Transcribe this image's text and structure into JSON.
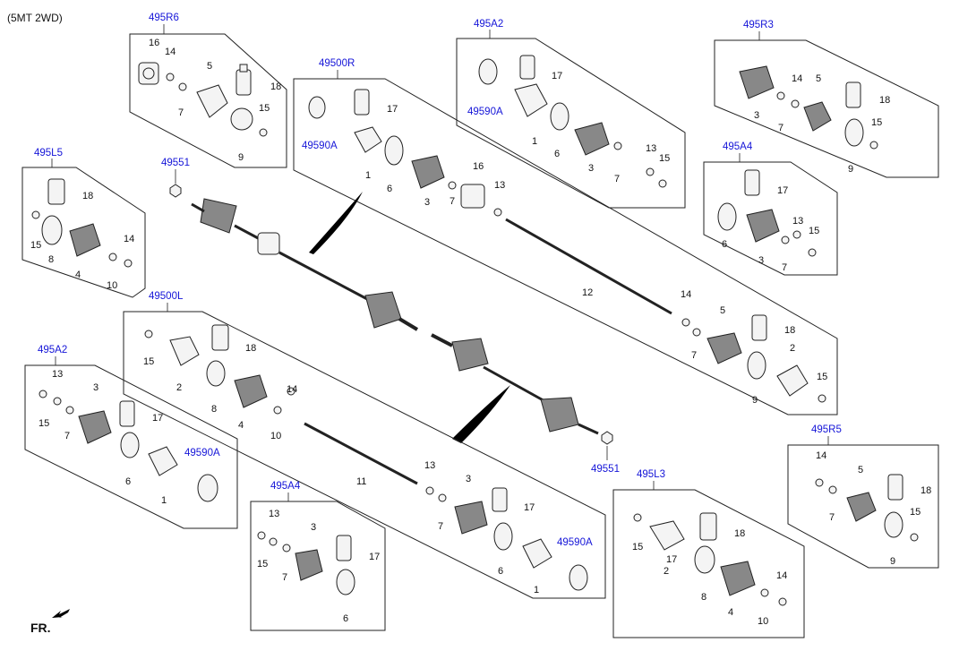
{
  "header": {
    "variant": "(5MT 2WD)",
    "front_label": "FR."
  },
  "groups": [
    {
      "code": "495R6",
      "parts": [
        "16",
        "14",
        "5",
        "18",
        "7",
        "15",
        "9"
      ]
    },
    {
      "code": "49500R",
      "parts": [
        "17",
        "49590A",
        "1",
        "6",
        "3",
        "16",
        "7",
        "13",
        "12",
        "14",
        "5",
        "18",
        "7",
        "2",
        "9",
        "15"
      ]
    },
    {
      "code": "495A2",
      "parts": [
        "17",
        "49590A",
        "1",
        "6",
        "3",
        "7",
        "13",
        "15"
      ]
    },
    {
      "code": "495R3",
      "parts": [
        "3",
        "14",
        "5",
        "18",
        "7",
        "15",
        "9"
      ]
    },
    {
      "code": "495L5",
      "parts": [
        "18",
        "15",
        "8",
        "4",
        "14",
        "10"
      ]
    },
    {
      "code": "495A4",
      "parts": [
        "17",
        "6",
        "13",
        "15",
        "3",
        "7"
      ]
    },
    {
      "code": "49500L",
      "parts": [
        "15",
        "18",
        "2",
        "8",
        "4",
        "14",
        "10",
        "11",
        "13",
        "3",
        "17",
        "7",
        "49590A",
        "6",
        "1"
      ]
    },
    {
      "code": "495A2",
      "parts": [
        "13",
        "3",
        "15",
        "7",
        "17",
        "49590A",
        "6",
        "1"
      ]
    },
    {
      "code": "495A4",
      "parts": [
        "13",
        "3",
        "17",
        "15",
        "7",
        "6"
      ]
    },
    {
      "code": "495L3",
      "parts": [
        "15",
        "17",
        "18",
        "2",
        "8",
        "14",
        "4",
        "10"
      ]
    },
    {
      "code": "495R5",
      "parts": [
        "14",
        "5",
        "18",
        "7",
        "15",
        "9"
      ]
    }
  ],
  "loose_refs": [
    "49551",
    "49551"
  ]
}
